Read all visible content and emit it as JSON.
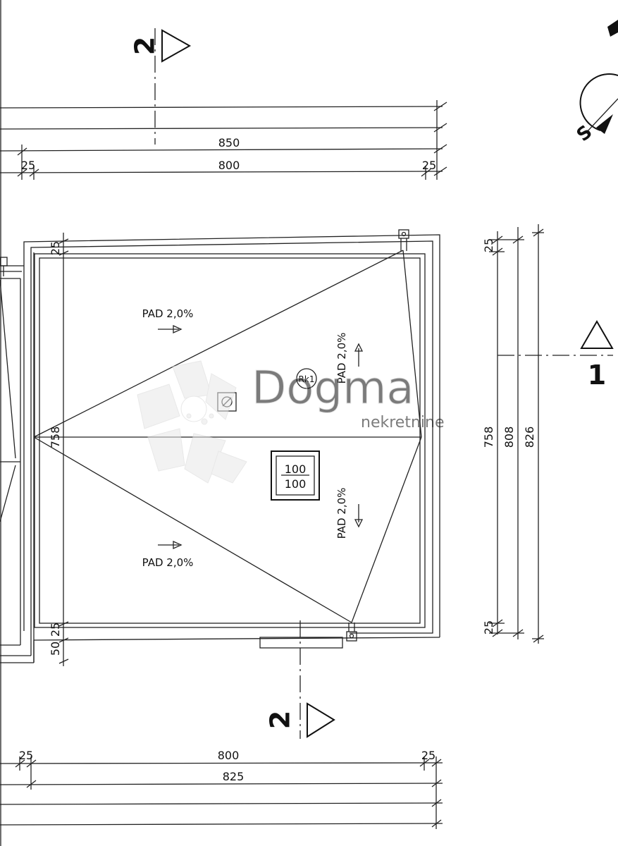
{
  "dimensions": {
    "top": {
      "total_850": "850",
      "inner_800": "800",
      "left_25": "25",
      "right_25": "25"
    },
    "bottom": {
      "inner_800": "800",
      "total_825": "825",
      "left_25": "25",
      "right_25": "25"
    },
    "right": {
      "d758": "758",
      "d808": "808",
      "d826": "826",
      "top_25": "25",
      "bottom_25": "25"
    },
    "inner": {
      "d758": "758",
      "top_25": "25",
      "bottom_25": "25",
      "bottom_50": "50"
    }
  },
  "slopes": {
    "top_left": "PAD 2,0%",
    "bottom_left": "PAD 2,0%",
    "right_upper": "PAD 2,0%",
    "right_lower": "PAD 2,0%"
  },
  "hatch": {
    "top": "100",
    "bottom": "100"
  },
  "gutter_label": "Rk1",
  "section_markers": {
    "top": "2",
    "bottom": "2",
    "right": "1"
  },
  "compass": {
    "letter": "S"
  },
  "watermark": {
    "brand": "Dogma",
    "sub": "nekretnine"
  }
}
